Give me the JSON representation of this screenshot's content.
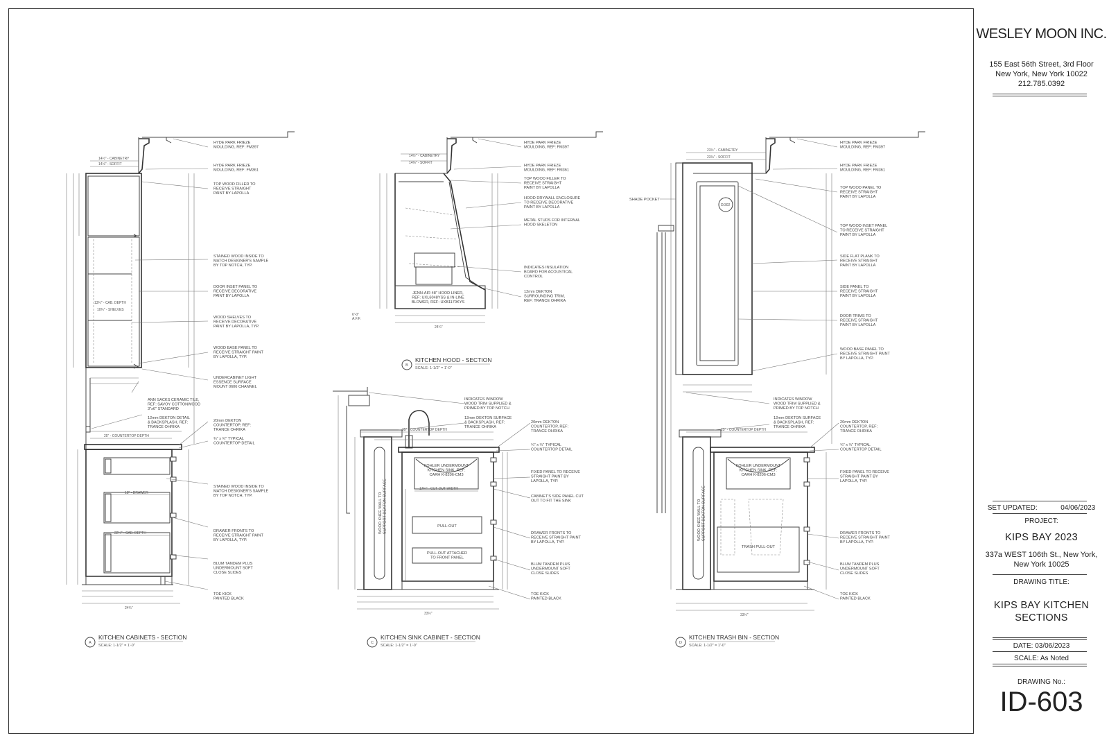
{
  "firm": {
    "name": "WESLEY MOON INC.",
    "address_line1": "155 East 56th Street, 3rd Floor",
    "address_line2": "New York, New York 10022",
    "phone": "212.785.0392"
  },
  "title_block": {
    "set_updated_label": "SET UPDATED:",
    "set_updated_value": "04/06/2023",
    "project_label": "PROJECT:",
    "project_name": "KIPS BAY 2023",
    "project_address_line1": "337a WEST 106th St., New York,",
    "project_address_line2": "New York 10025",
    "drawing_title_label": "DRAWING TITLE:",
    "drawing_title_line1": "KIPS BAY KITCHEN",
    "drawing_title_line2": "SECTIONS",
    "date": "DATE: 03/06/2023",
    "scale": "SCALE: As Noted",
    "drawing_no_label": "DRAWING No.:",
    "drawing_no": "ID-603"
  },
  "sections": {
    "a": {
      "letter": "A",
      "title": "KITCHEN CABINETS - SECTION",
      "scale": "SCALE: 1-1/2\" = 1'-0\""
    },
    "b": {
      "letter": "B",
      "title": "KITCHEN HOOD - SECTION",
      "scale": "SCALE: 1-1/2\" = 1'-0\""
    },
    "c": {
      "letter": "C",
      "title": "KITCHEN SINK CABINET - SECTION",
      "scale": "SCALE: 1-1/2\" = 1'-0\""
    },
    "d": {
      "letter": "D",
      "title": "KITCHEN TRASH BIN - SECTION",
      "scale": "SCALE: 1-1/2\" = 1'-0\""
    }
  },
  "notes": {
    "a": [
      "HYDE PARK FRIEZE\nMOULDING, REF: FM397",
      "HYDE PARK FRIEZE\nMOULDING, REF: FM361",
      "TOP WOOD FILLER TO\nRECEIVE STRAIGHT\nPAINT BY LAPOLLA",
      "STAINED WOOD INSIDE TO\nMATCH DESIGNER'S SAMPLE\nBY TOP NOTCH, TYP.",
      "DOOR INSET PANEL TO\nRECEIVE DECORATIVE\nPAINT BY LAPOLLA",
      "WOOD SHELVES TO\nRECEIVE DECORATIVE\nPAINT BY LAPOLLA, TYP.",
      "WOOD BASE PANEL TO\nRECEIVE STRAIGHT PAINT\nBY LAPOLLA, TYP.",
      "UNDERCABINET LIGHT\nESSENCE SURFACE\nMOUNT 0606 CHANNEL",
      "20mm DEKTON\nCOUNTERTOP, REF:\nTRANCE OHRIKA",
      "¾\" x ¾\" TYPICAL\nCOUNTERTOP DETAIL",
      "STAINED WOOD INSIDE TO\nMATCH DESIGNER'S SAMPLE\nBY TOP NOTCH, TYP.",
      "DRAWER FRONTS TO\nRECEIVE STRAIGHT PAINT\nBY LAPOLLA, TYP.",
      "BLUM TANDEM PLUS\nUNDERMOUNT SOFT\nCLOSE SLIDES",
      "TOE KICK\nPAINTED BLACK"
    ],
    "a_center": [
      "ANN SACKS CERAMIC TILE,\nREF: SAVOY COTTONWOOD\n3\"x6\" STANDARD",
      "12mm DEKTON DETAIL\n& BACKSPLASH, REF:\nTRANCE OHRIKA"
    ],
    "b": [
      "HYDE PARK FRIEZE\nMOULDING, REF: FM397",
      "HYDE PARK FRIEZE\nMOULDING, REF: FM361",
      "TOP WOOD FILLER TO\nRECEIVE STRAIGHT\nPAINT BY LAPOLLA",
      "HOOD DRYWALL ENCLOSURE\nTO RECEIVE DECORATIVE\nPAINT BY LAPOLLA",
      "METAL STUDS FOR INTERNAL\nHOOD SKELETON",
      "INDICATES INSULATION\nBOARD FOR ACOUSTICAL\nCONTROL",
      "12mm DEKTON\nSURROUNDING TRIM,\nREF: TRANCE OHRIKA"
    ],
    "b_inner": "JENN-AIR 48\" HOOD LINER,\nREF: UXL6048YSS & IN-LINE\nBLOWER, REF: UXB1170KYS",
    "c": [
      "20mm DEKTON\nCOUNTERTOP, REF:\nTRANCE OHRIKA",
      "¾\" x ¾\" TYPICAL\nCOUNTERTOP DETAIL",
      "FIXED PANEL TO RECEIVE\nSTRAIGHT PAINT BY\nLAPOLLA, TYP.",
      "CABINET'S SIDE PANEL CUT\nOUT TO FIT THE SINK",
      "DRAWER FRONTS TO\nRECEIVE STRAIGHT PAINT\nBY LAPOLLA, TYP.",
      "BLUM TANDEM PLUS\nUNDERMOUNT SOFT\nCLOSE SLIDES",
      "TOE KICK\nPAINTED BLACK"
    ],
    "c_top": [
      "INDICATES WINDOW\nWOOD TRIM SUPPLIED &\nPRIMED BY TOP NOTCH",
      "12mm DEKTON SURFACE\n& BACKSPLASH, REF:\nTRANCE OHRIKA"
    ],
    "c_inner": {
      "sink": "KOHLER UNDERMOUNT\nKITCHEN SINK, REF:\nCARH K-8206-CM3",
      "pullout": "PULL-OUT",
      "pullout_front": "PULL-OUT ATTACHED\nTO FRONT PANEL",
      "wall": "WOOD KNEE WALL TO\nSUPPORT DEKTON SURFACE"
    },
    "d": [
      "HYDE PARK FRIEZE\nMOULDING, REF: FM397",
      "HYDE PARK FRIEZE\nMOULDING, REF: FM361",
      "TOP WOOD PANEL TO\nRECEIVE STRAIGHT\nPAINT BY LAPOLLA",
      "TOP WOOD INSET PANEL\nTO RECEIVE STRAIGHT\nPAINT BY LAPOLLA",
      "SIDE FLAT PLANK TO\nRECEIVE STRAIGHT\nPAINT BY LAPOLLA",
      "SIDE PANEL TO\nRECEIVE STRAIGHT\nPAINT BY LAPOLLA",
      "DOOR TRIMS TO\nRECEIVE STRAIGHT\nPAINT BY LAPOLLA",
      "WOOD BASE PANEL TO\nRECEIVE STRAIGHT PAINT\nBY LAPOLLA, TYP.",
      "20mm DEKTON\nCOUNTERTOP, REF:\nTRANCE OHRIKA",
      "¾\" x ¾\" TYPICAL\nCOUNTERTOP DETAIL",
      "FIXED PANEL TO RECEIVE\nSTRAIGHT PAINT BY\nLAPOLLA, TYP.",
      "DRAWER FRONTS TO\nRECEIVE STRAIGHT PAINT\nBY LAPOLLA, TYP.",
      "BLUM TANDEM PLUS\nUNDERMOUNT SOFT\nCLOSE SLIDES",
      "TOE KICK\nPAINTED BLACK"
    ],
    "d_top": [
      "INDICATES WINDOW\nWOOD TRIM SUPPLIED &\nPRIMED BY TOP NOTCH",
      "12mm DEKTON SURFACE\n& BACKSPLASH, REF:\nTRANCE OHRIKA"
    ],
    "d_inner": {
      "shade": "SHADE POCKET",
      "sink": "KOHLER UNDERMOUNT\nKITCHEN SINK, REF:\nCARH K-8206-CM3",
      "trash": "TRASH PULL-OUT",
      "wall": "WOOD KNEE WALL TO\nSUPPORT DEKTON SURFACE"
    }
  },
  "dims": {
    "cabinetry": "14½\" - CABINETRY",
    "soffit": "14⅛\" - SOFFIT",
    "cab_depth": "13¾\" - CAB. DEPTH",
    "shelves": "10¾\" - SHELVES",
    "countertop_depth": "25\" - COUNTERTOP DEPTH",
    "drawer": "18\" - DRAWER",
    "cab_depth_base": "22¾\" - CAB. DEPTH",
    "cut_out_width": "17¾\" - CUT-OUT WIDTH",
    "aff": "6'-0\"\nA.F.F.",
    "d_cabinetry": "23½\" - CABINETRY",
    "d_soffit": "23⅛\" - SOFFIT",
    "total_b": "24¼\"",
    "total_a": "24¾\"",
    "total_c": "33½\"",
    "total_d": "33½\""
  }
}
